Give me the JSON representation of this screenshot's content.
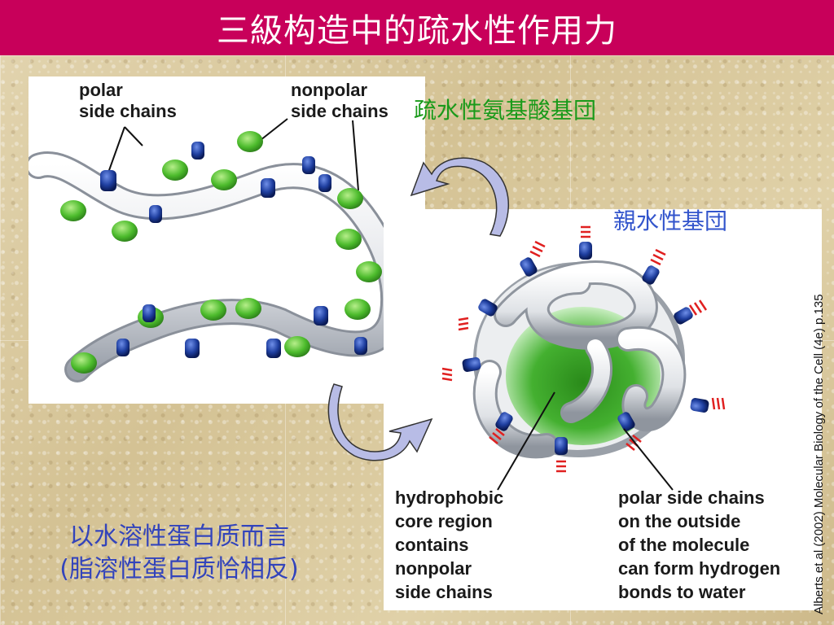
{
  "slide": {
    "title": "三級构造中的疏水性作用力"
  },
  "left_panel": {
    "label_polar": [
      "polar",
      "side chains"
    ],
    "label_nonpolar": [
      "nonpolar",
      "side chains"
    ]
  },
  "right_panel": {
    "label_core": [
      "hydrophobic",
      "core region",
      "contains",
      "nonpolar",
      "side chains"
    ],
    "label_outside": [
      "polar side chains",
      "on the outside",
      "of the molecule",
      "can form hydrogen",
      "bonds to water"
    ]
  },
  "annotations": {
    "hydrophobic_groups": "疏水性氨基酸基団",
    "hydrophilic_groups": "親水性基団",
    "note_line1": "以水溶性蛋白质而言",
    "note_line2": "(脂溶性蛋白质恰相反)",
    "credit": "Alberts et al (2002) Molecular Biology of the Cell (4e) p.135"
  },
  "colors": {
    "title_bar": "#c8005a",
    "nonpolar_green": "#4cbb2c",
    "polar_blue": "#1f3fa0",
    "arrow_fill": "#b8bce6",
    "hydrogen_bond_red": "#e02020"
  }
}
